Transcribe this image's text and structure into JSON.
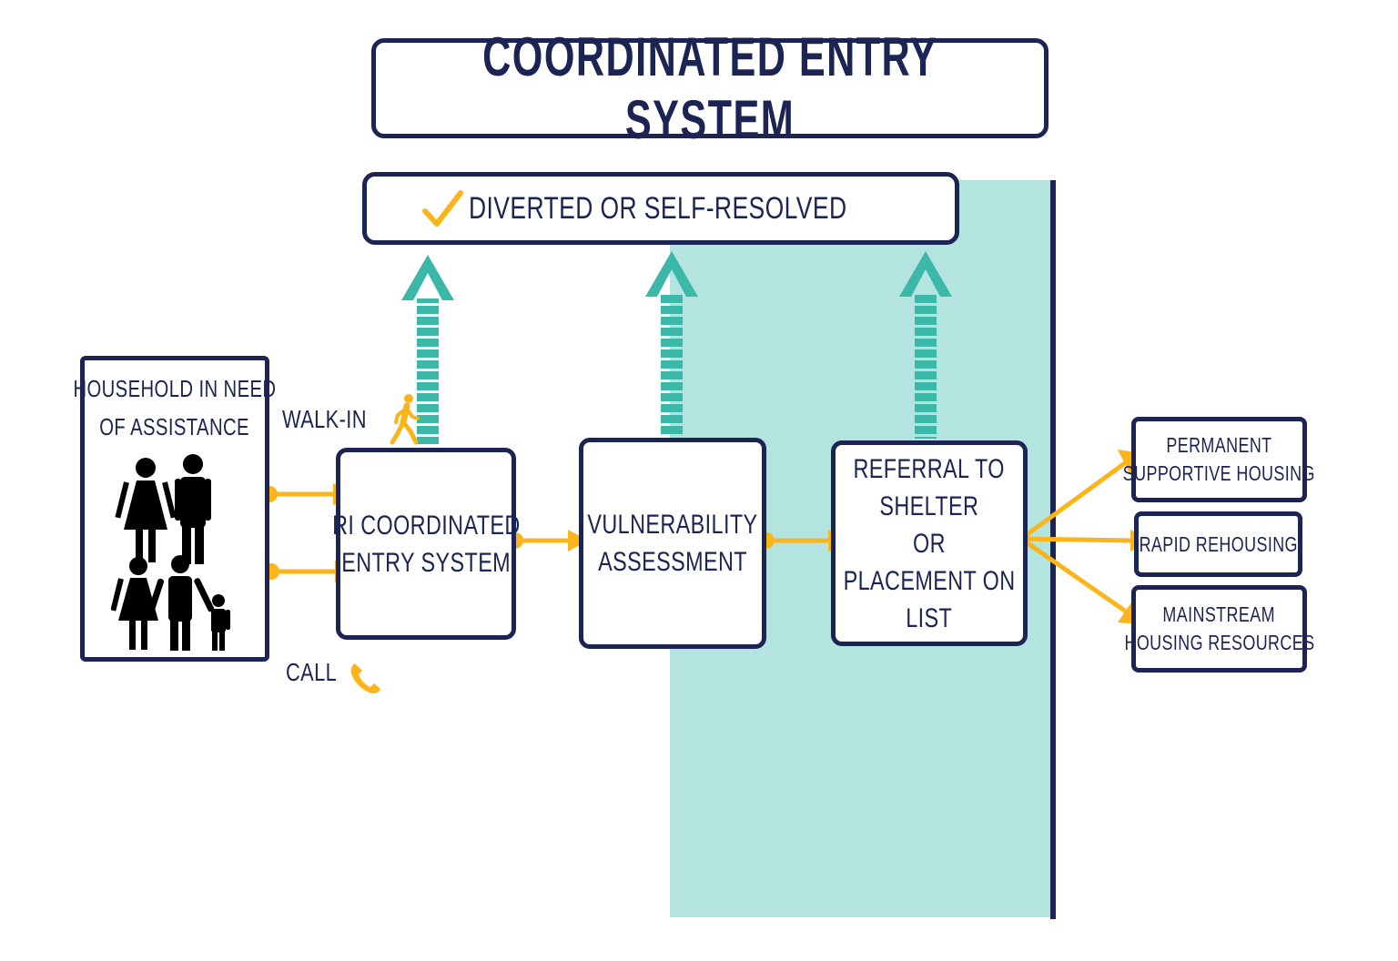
{
  "title": "COORDINATED ENTRY SYSTEM",
  "diverted": "DIVERTED OR SELF-RESOLVED",
  "household": {
    "lines": [
      "HOUSEHOLD IN NEED",
      "OF ASSISTANCE"
    ]
  },
  "entry_modes": {
    "walk_in": "WALK-IN",
    "call": "CALL"
  },
  "steps": {
    "ri_ces": [
      "RI COORDINATED",
      "ENTRY SYSTEM"
    ],
    "vulnerability": [
      "VULNERABILITY",
      "ASSESSMENT"
    ],
    "referral": [
      "REFERRAL TO",
      "SHELTER",
      "OR",
      "PLACEMENT ON",
      "LIST"
    ]
  },
  "outcomes": {
    "psh": [
      "PERMANENT",
      "SUPPORTIVE HOUSING"
    ],
    "rapid": [
      "RAPID REHOUSING"
    ],
    "mainstream": [
      "MAINSTREAM",
      "HOUSING RESOURCES"
    ]
  },
  "colors": {
    "navy": "#1b2452",
    "teal": "#3cb8a8",
    "teal_light": "#b3e4df",
    "gold": "#fbb41a"
  },
  "icons": [
    "checkmark-icon",
    "walking-person-icon",
    "phone-icon",
    "family-icon"
  ]
}
